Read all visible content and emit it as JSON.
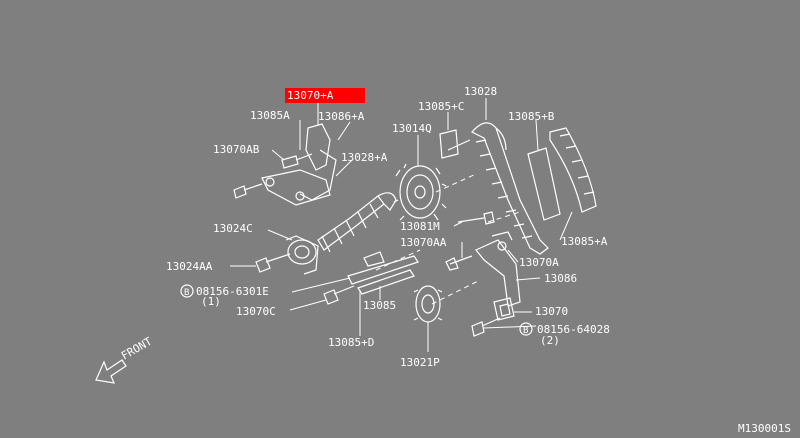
{
  "colors": {
    "background": "#7f7f7f",
    "line": "#ffffff",
    "highlight": "#ff0000"
  },
  "highlighted_part": "13070+A",
  "labels": {
    "p13070A_plus": "13070+A",
    "p13085A": "13085A",
    "p13086A_plus": "13086+A",
    "p13070AB": "13070AB",
    "p13028A_plus": "13028+A",
    "p13014Q": "13014Q",
    "p13085C_plus": "13085+C",
    "p13028": "13028",
    "p13085B_plus": "13085+B",
    "p13024C": "13024C",
    "p13081M": "13081M",
    "p13070AA": "13070AA",
    "p13070A": "13070A",
    "p13024AA": "13024AA",
    "p13086": "13086",
    "p08156_6301E": "08156-6301E",
    "p08156_6301E_qty": "(1)",
    "p13085": "13085",
    "p13070C": "13070C",
    "p13070": "13070",
    "p08156_64028": "08156-64028",
    "p08156_64028_qty": "(2)",
    "p13085D_plus": "13085+D",
    "p13085A_plus": "13085+A",
    "p13021P": "13021P",
    "front": "FRONT",
    "bolt_marker": "B",
    "diagram_id": "M130001S"
  }
}
